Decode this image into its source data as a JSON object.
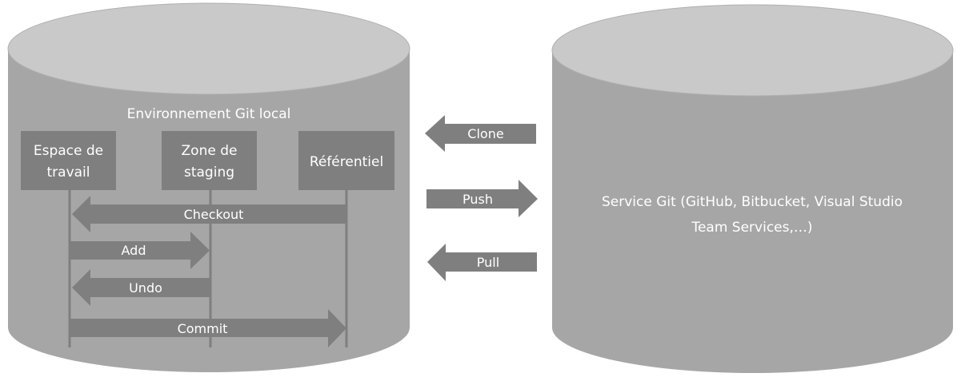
{
  "colors": {
    "cylinder_body": "#a6a6a6",
    "cylinder_top": "#c9c9c9",
    "cylinder_rim": "#b0b0b0",
    "box_fill": "#7f7f7f",
    "arrow_fill": "#7f7f7f",
    "lifeline": "#7f7f7f",
    "text": "#ffffff"
  },
  "local": {
    "title": "Environnement Git local",
    "boxes": [
      {
        "id": "workspace",
        "lines": [
          "Espace de",
          "travail"
        ]
      },
      {
        "id": "staging",
        "lines": [
          "Zone de",
          "staging"
        ]
      },
      {
        "id": "repository",
        "lines": [
          "Référentiel"
        ]
      }
    ],
    "arrows": [
      {
        "id": "checkout",
        "label": "Checkout",
        "from": "repository",
        "to": "workspace"
      },
      {
        "id": "add",
        "label": "Add",
        "from": "workspace",
        "to": "staging"
      },
      {
        "id": "undo",
        "label": "Undo",
        "from": "staging",
        "to": "workspace"
      },
      {
        "id": "commit",
        "label": "Commit",
        "from": "workspace",
        "to": "repository"
      }
    ]
  },
  "remote": {
    "lines": [
      "Service Git (GitHub, Bitbucket, Visual Studio",
      "Team Services,…)"
    ]
  },
  "between": {
    "arrows": [
      {
        "id": "clone",
        "label": "Clone",
        "direction": "to-local"
      },
      {
        "id": "push",
        "label": "Push",
        "direction": "to-remote"
      },
      {
        "id": "pull",
        "label": "Pull",
        "direction": "to-local"
      }
    ]
  }
}
